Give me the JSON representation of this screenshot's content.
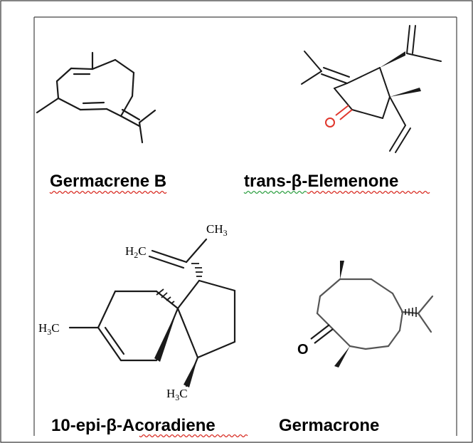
{
  "molecules": [
    {
      "name": "Germacrene B"
    },
    {
      "name": "trans-β-Elemenone"
    },
    {
      "name": "10-epi-β-Acoradiene",
      "atom_labels": {
        "isopropenyl_ch2": {
          "main": "H",
          "sub": "2",
          "tail": "C"
        },
        "isopropenyl_ch3": {
          "main": "CH",
          "sub": "3"
        },
        "ring_methyl": {
          "main": "H",
          "sub": "3",
          "tail": "C"
        },
        "lower_methyl": {
          "main": "H",
          "sub": "3",
          "tail": "C"
        }
      }
    },
    {
      "name": "Germacrone",
      "oxygen": "O"
    }
  ],
  "colors": {
    "bond": "#1a1a1a",
    "gray_bond": "#555555",
    "oxygen_red": "#e0362c",
    "spell_red": "#d8281f",
    "spell_green": "#2ea043",
    "border": "#333333"
  }
}
